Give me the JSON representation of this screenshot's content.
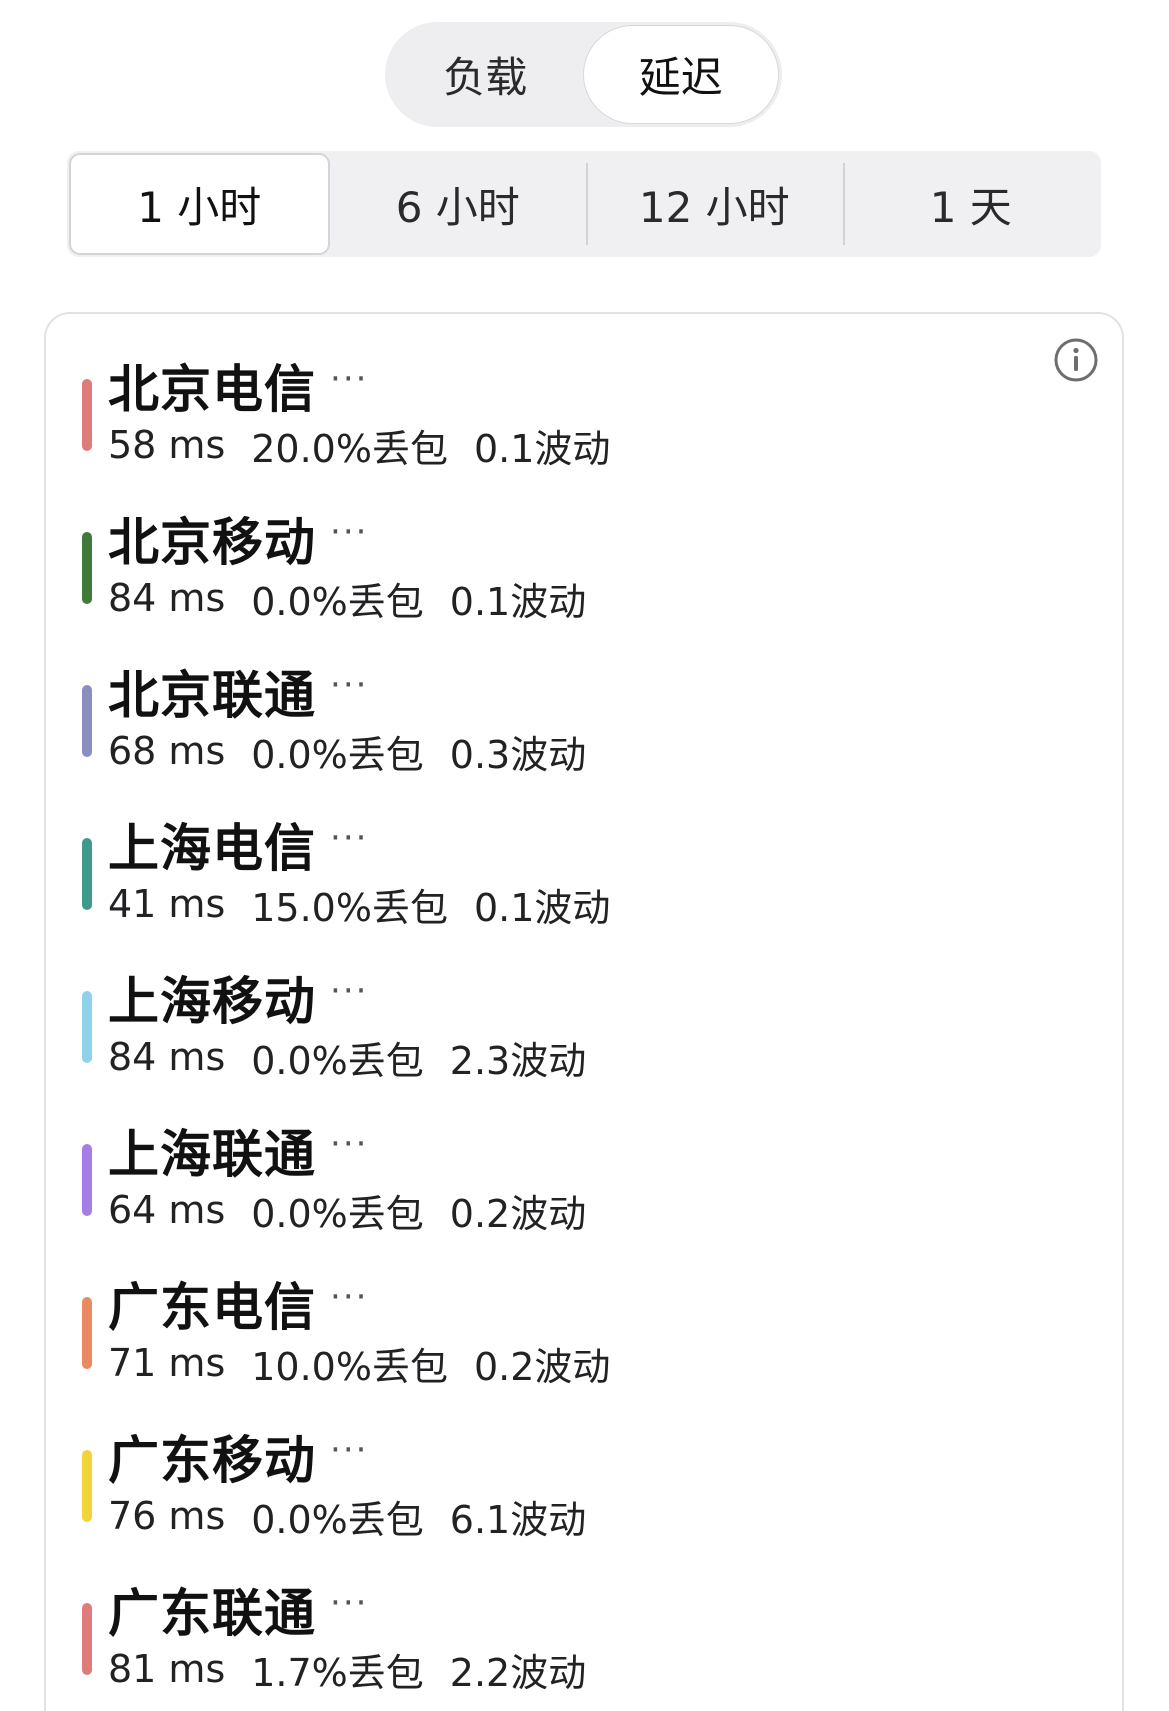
{
  "mode_toggle": {
    "options": [
      "负载",
      "延迟"
    ],
    "active": "延迟"
  },
  "range_tabs": {
    "options": [
      "1 小时",
      "6 小时",
      "12 小时",
      "1 天"
    ],
    "active": "1 小时"
  },
  "card": {
    "info_icon": "info-circle-icon",
    "more_glyph": "···",
    "items": [
      {
        "name": "北京电信",
        "latency": "58 ms",
        "loss": "20.0%丢包",
        "jitter": "0.1波动",
        "color": "#e07b7b"
      },
      {
        "name": "北京移动",
        "latency": "84 ms",
        "loss": "0.0%丢包",
        "jitter": "0.1波动",
        "color": "#3f7a3a"
      },
      {
        "name": "北京联通",
        "latency": "68 ms",
        "loss": "0.0%丢包",
        "jitter": "0.3波动",
        "color": "#8a8fc0"
      },
      {
        "name": "上海电信",
        "latency": "41 ms",
        "loss": "15.0%丢包",
        "jitter": "0.1波动",
        "color": "#3f9a8c"
      },
      {
        "name": "上海移动",
        "latency": "84 ms",
        "loss": "0.0%丢包",
        "jitter": "2.3波动",
        "color": "#8fd3ea"
      },
      {
        "name": "上海联通",
        "latency": "64 ms",
        "loss": "0.0%丢包",
        "jitter": "0.2波动",
        "color": "#a67de6"
      },
      {
        "name": "广东电信",
        "latency": "71 ms",
        "loss": "10.0%丢包",
        "jitter": "0.2波动",
        "color": "#e98a63"
      },
      {
        "name": "广东移动",
        "latency": "76 ms",
        "loss": "0.0%丢包",
        "jitter": "6.1波动",
        "color": "#f0d43a"
      },
      {
        "name": "广东联通",
        "latency": "81 ms",
        "loss": "1.7%丢包",
        "jitter": "2.2波动",
        "color": "#e07b7b"
      }
    ]
  }
}
